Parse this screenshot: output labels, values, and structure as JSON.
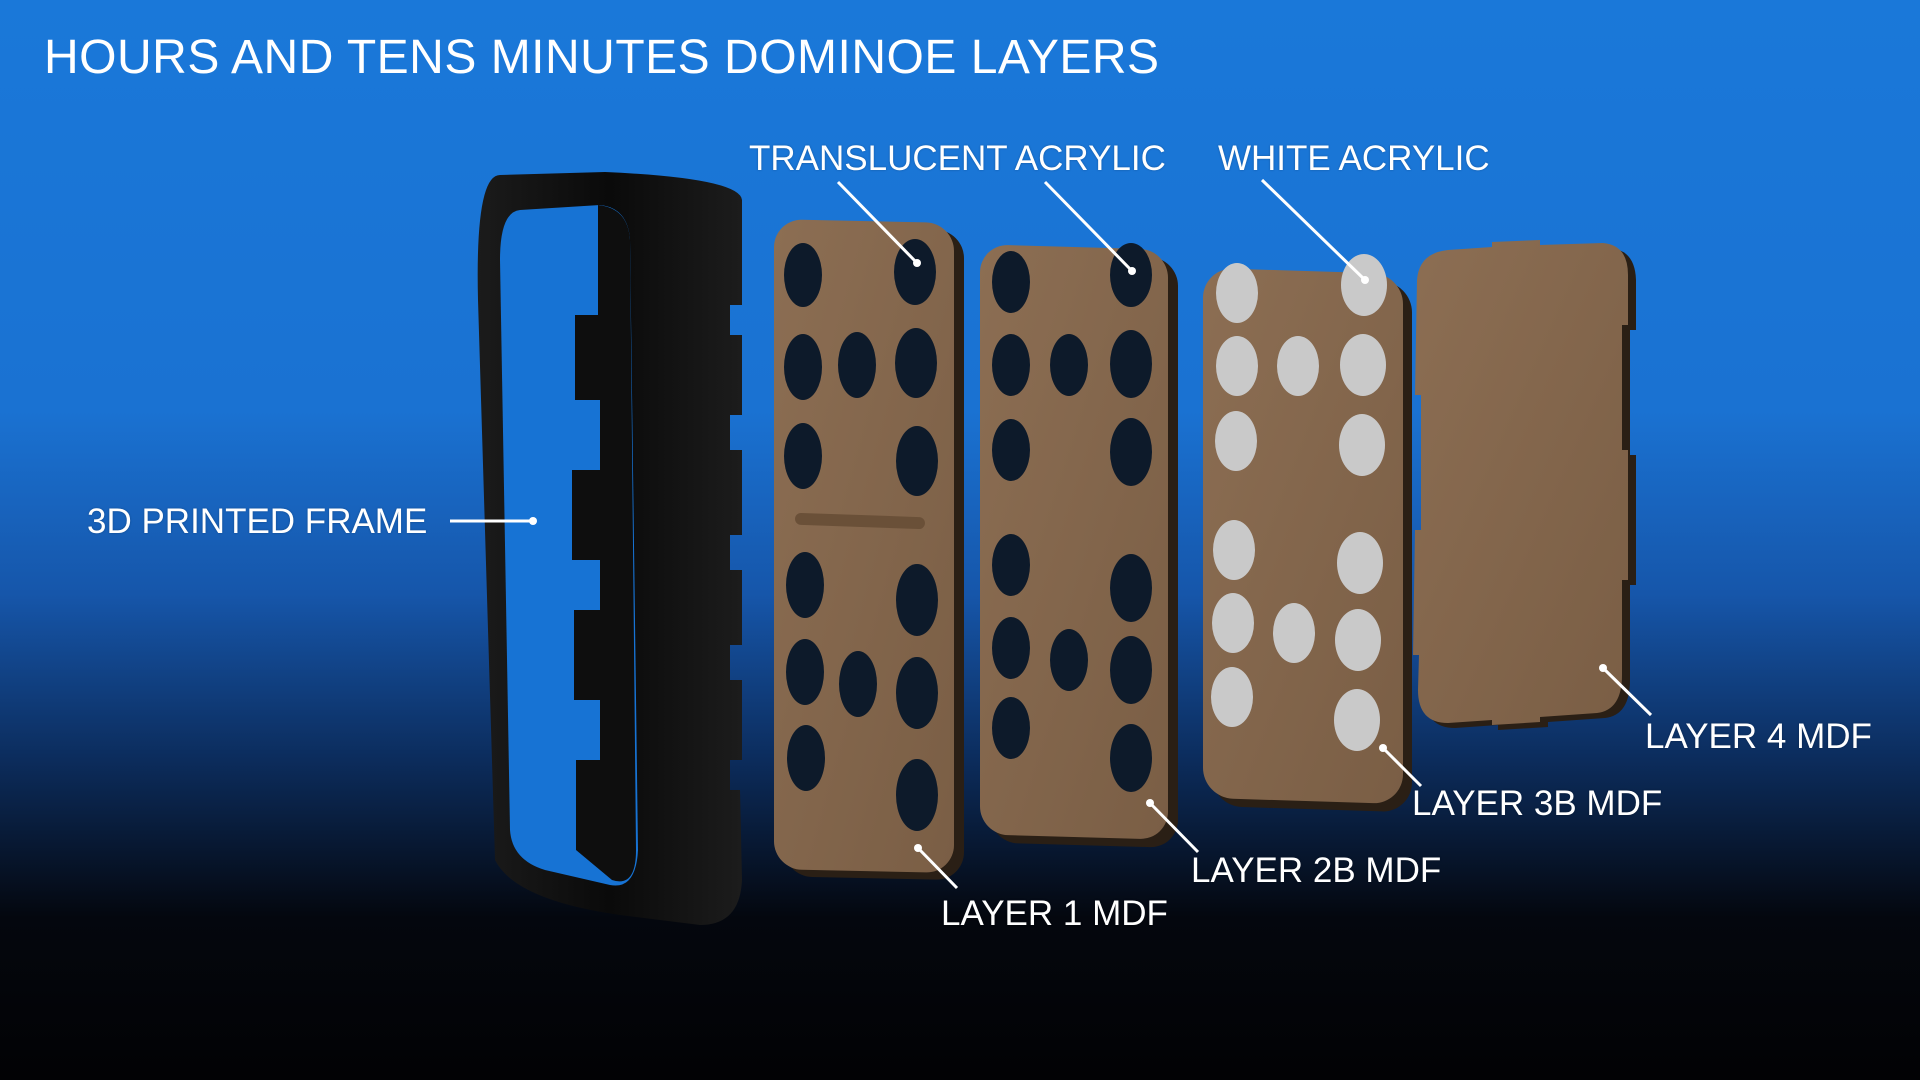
{
  "title": "HOURS AND TENS MINUTES DOMINOE LAYERS",
  "labels": {
    "translucent_acrylic": "TRANSLUCENT ACRYLIC",
    "white_acrylic": "WHITE ACRYLIC",
    "frame": "3D PRINTED FRAME",
    "layer_1": "LAYER 1 MDF",
    "layer_2b": "LAYER 2B MDF",
    "layer_3b": "LAYER 3B MDF",
    "layer_4": "LAYER 4 MDF"
  },
  "colors": {
    "background_top": "#1a78d9",
    "background_bottom": "#020204",
    "mdf": "#8b6d52",
    "hole": "#0d1a2a",
    "white_acrylic": "#c9c9c9",
    "frame": "#111111",
    "text": "#ffffff"
  }
}
